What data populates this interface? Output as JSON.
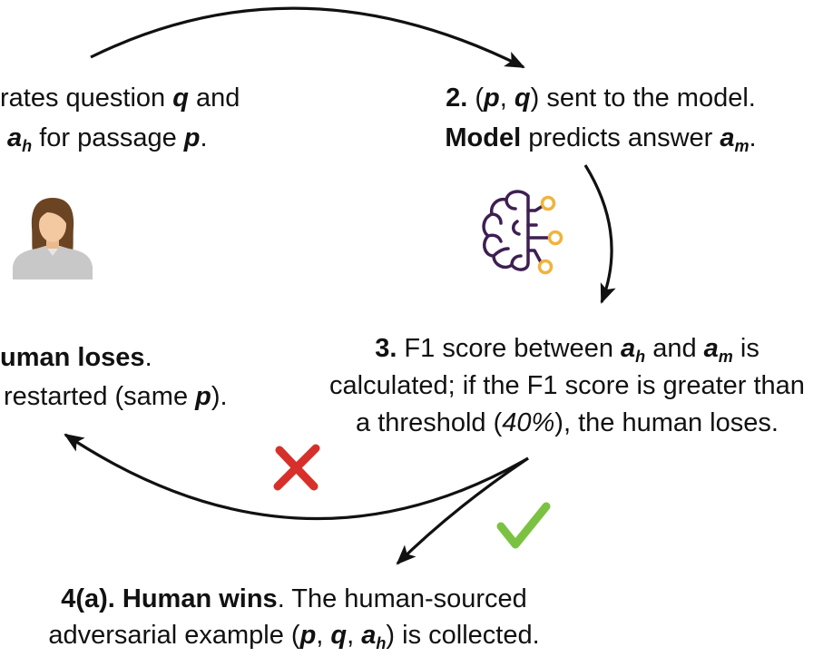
{
  "step1": {
    "line1": [
      "rates question ",
      "q",
      " and"
    ],
    "line2": [
      "a",
      "h",
      " for passage ",
      "p",
      "."
    ]
  },
  "step2": {
    "line1": [
      "2.",
      " (",
      "p",
      ", ",
      "q",
      ") sent to the model."
    ],
    "line2": [
      "Model",
      " predicts answer ",
      "a",
      "m",
      "."
    ]
  },
  "step3": {
    "line1": [
      "3.",
      " F1 score between ",
      "a",
      "h",
      " and ",
      "a",
      "m",
      " is"
    ],
    "line2": [
      "calculated; if the F1 score is greater than"
    ],
    "line3": [
      "a threshold (",
      "40%",
      "), the human loses."
    ]
  },
  "step4a": {
    "line1": [
      "4(a). Human wins",
      ". The human-sourced"
    ],
    "line2": [
      "adversarial example (",
      "p",
      ", ",
      "q",
      ", ",
      "a",
      "h",
      ") is collected."
    ]
  },
  "step4b": {
    "line1": [
      "uman loses",
      "."
    ],
    "line2": [
      "restarted (same ",
      "p",
      ")."
    ]
  },
  "icons": {
    "annotator": "person-avatar-icon",
    "model": "brain-circuit-icon",
    "lose": "red-x-icon",
    "win": "green-check-icon"
  },
  "colors": {
    "arrow": "#111111",
    "lose_mark": "#d7302b",
    "win_mark": "#7cc242",
    "brain_outline": "#3e1f52",
    "brain_nodes": "#f0b43c",
    "avatar_hair": "#6b4423",
    "avatar_skin": "#f3c9a1",
    "avatar_shirt": "#c8c8c8"
  }
}
